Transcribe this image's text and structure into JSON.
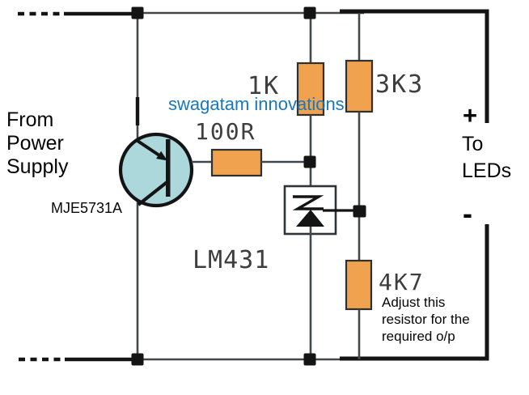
{
  "diagram": {
    "input_label": "From\nPower\nSupply",
    "transistor_label": "MJE5731A",
    "watermark": "swagatam innovations",
    "regulator_label": "LM431",
    "resistor_1k": "1K",
    "resistor_3k3": "3K3",
    "resistor_100r": "100R",
    "resistor_4k7": "4K7",
    "output_plus": "+",
    "output_label": "To\nLEDs",
    "output_minus": "-",
    "adjust_note": "Adjust this\nresistor for the\nrequired o/p"
  },
  "colors": {
    "ink": "#141414",
    "wire": "#42484c",
    "resistor_fill": "#F0A24E",
    "resistor_border": "#303030",
    "transistor_fill": "#ACD7DB",
    "regulator_box": "#2e3338",
    "brand_blue": "#1878BE",
    "component_label": "#3E3E3E",
    "background": "#FFFFFF"
  }
}
